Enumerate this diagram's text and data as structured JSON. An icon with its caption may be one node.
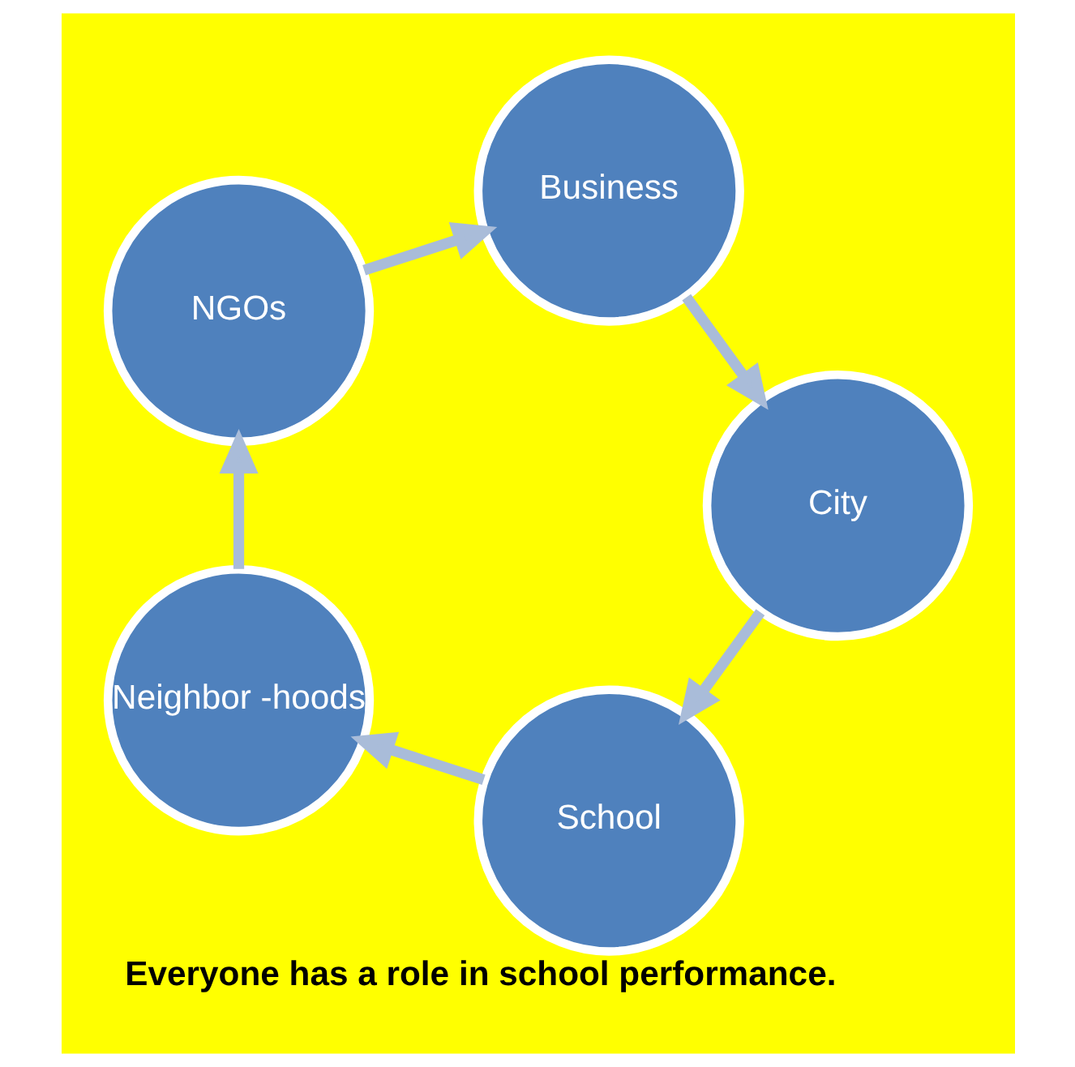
{
  "diagram": {
    "caption": "Everyone has a role in school performance.",
    "nodes": [
      {
        "text": [
          "School"
        ]
      },
      {
        "text": [
          "Neighbor -hoods"
        ]
      },
      {
        "text": [
          "NGOs"
        ]
      },
      {
        "text": [
          "Business"
        ]
      },
      {
        "text": [
          "City"
        ]
      }
    ],
    "edges": [
      {
        "from": 0,
        "to": 1,
        "arrow": "to"
      },
      {
        "from": 1,
        "to": 2,
        "arrow": "to"
      },
      {
        "from": 2,
        "to": 3,
        "arrow": "to"
      },
      {
        "from": 3,
        "to": 4,
        "arrow": "to"
      },
      {
        "from": 4,
        "to": 0,
        "arrow": "to"
      }
    ]
  }
}
